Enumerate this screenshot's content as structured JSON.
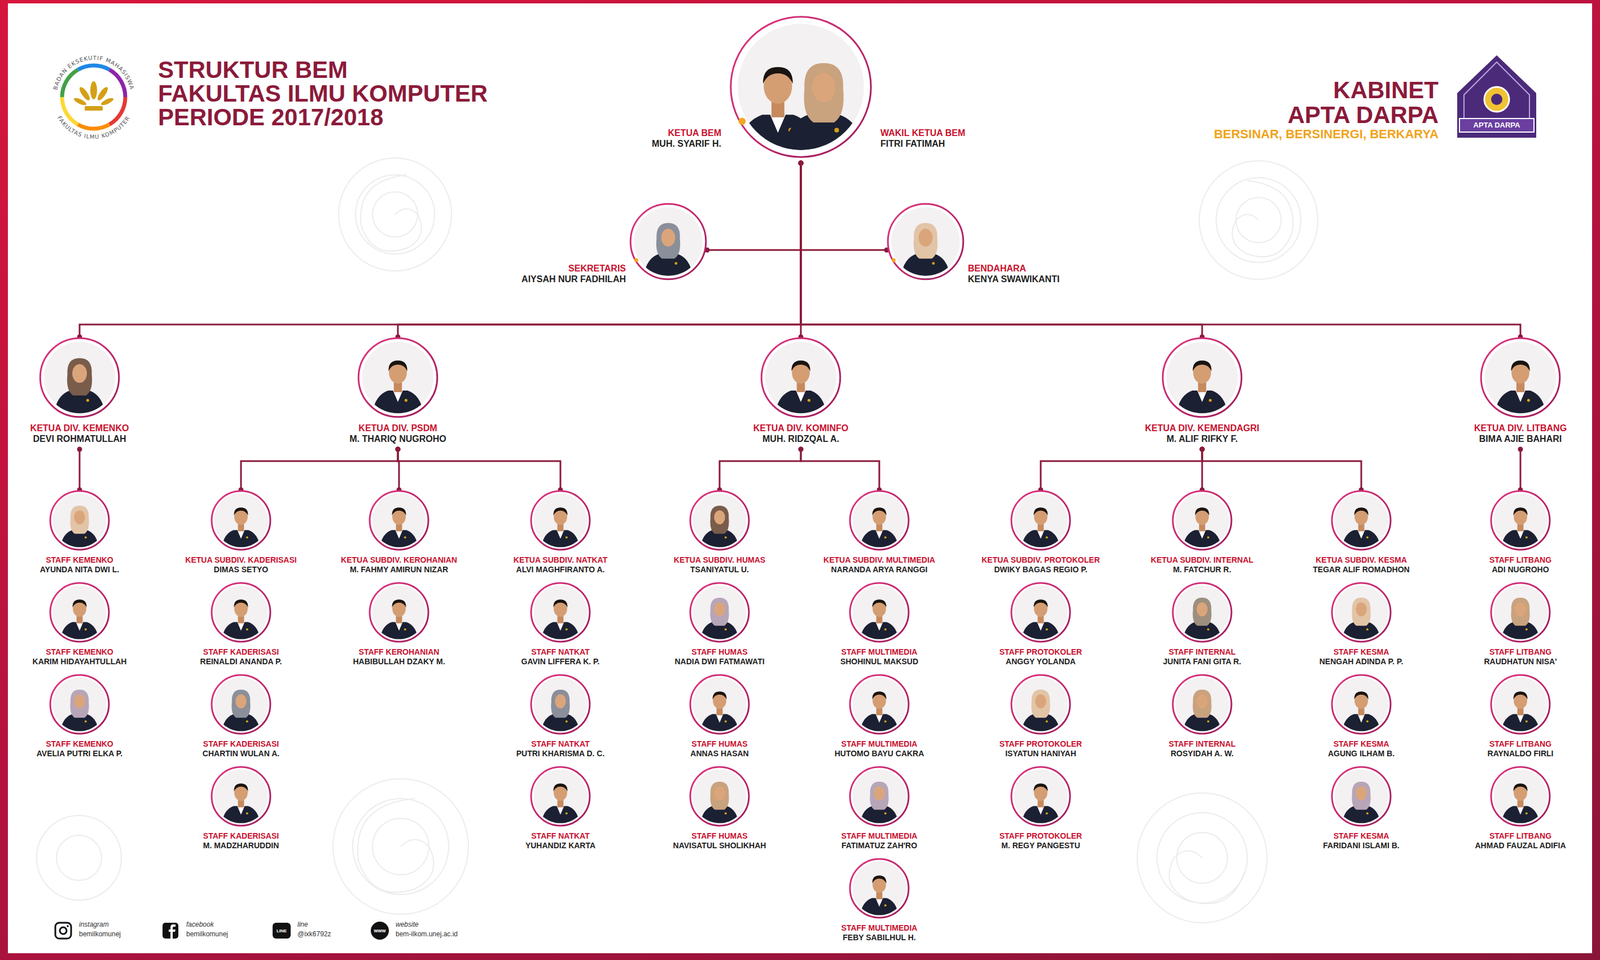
{
  "diagram": {
    "title": "STRUKTUR BEM FAKULTAS ILMU KOMPUTER PERIODE 2017/2018",
    "nodes": [
      {
        "text": [
          "KETUA BEM",
          "MUH. SYARIF H.",
          "WAKIL KETUA BEM",
          "FITRI FATIMAH"
        ]
      },
      {
        "text": [
          "SEKRETARIS",
          "AIYSAH NUR FADHILAH"
        ]
      },
      {
        "text": [
          "BENDAHARA",
          "KENYA SWAWIKANTI"
        ]
      },
      {
        "text": [
          "KETUA DIV. KEMENKO",
          "DEVI ROHMATULLAH"
        ]
      },
      {
        "text": [
          "KETUA DIV. PSDM",
          "M. THARIQ NUGROHO"
        ]
      },
      {
        "text": [
          "KETUA DIV. KOMINFO",
          "MUH. RIDZQAL A."
        ]
      },
      {
        "text": [
          "KETUA DIV. KEMENDAGRI",
          "M. ALIF RIFKY F."
        ]
      },
      {
        "text": [
          "KETUA DIV. LITBANG",
          "BIMA AJIE BAHARI"
        ]
      },
      {
        "text": [
          "STAFF KEMENKO",
          "AYUNDA NITA DWI L."
        ]
      },
      {
        "text": [
          "STAFF KEMENKO",
          "KARIM HIDAYAHTULLAH"
        ]
      },
      {
        "text": [
          "STAFF KEMENKO",
          "AVELIA PUTRI ELKA P."
        ]
      },
      {
        "text": [
          "KETUA SUBDIV. KADERISASI",
          "DIMAS SETYO"
        ]
      },
      {
        "text": [
          "STAFF KADERISASI",
          "REINALDI ANANDA P."
        ]
      },
      {
        "text": [
          "STAFF KADERISASI",
          "CHARTIN WULAN A."
        ]
      },
      {
        "text": [
          "STAFF KADERISASI",
          "M. MADZHARUDDIN"
        ]
      },
      {
        "text": [
          "KETUA SUBDIV. KEROHANIAN",
          "M. FAHMY AMIRUN NIZAR"
        ]
      },
      {
        "text": [
          "STAFF KEROHANIAN",
          "HABIBULLAH DZAKY M."
        ]
      },
      {
        "text": [
          "KETUA SUBDIV. NATKAT",
          "ALVI MAGHFIRANTO A."
        ]
      },
      {
        "text": [
          "STAFF NATKAT",
          "GAVIN LIFFERA K. P."
        ]
      },
      {
        "text": [
          "STAFF NATKAT",
          "PUTRI KHARISMA D. C."
        ]
      },
      {
        "text": [
          "STAFF NATKAT",
          "YUHANDIZ KARTA"
        ]
      },
      {
        "text": [
          "KETUA SUBDIV. HUMAS",
          "TSANIYATUL U."
        ]
      },
      {
        "text": [
          "STAFF HUMAS",
          "NADIA DWI FATMAWATI"
        ]
      },
      {
        "text": [
          "STAFF HUMAS",
          "ANNAS HASAN"
        ]
      },
      {
        "text": [
          "STAFF HUMAS",
          "NAVISATUL SHOLIKHAH"
        ]
      },
      {
        "text": [
          "KETUA SUBDIV. MULTIMEDIA",
          "NARANDA ARYA RANGGI"
        ]
      },
      {
        "text": [
          "STAFF MULTIMEDIA",
          "SHOHINUL MAKSUD"
        ]
      },
      {
        "text": [
          "STAFF MULTIMEDIA",
          "HUTOMO BAYU CAKRA"
        ]
      },
      {
        "text": [
          "STAFF MULTIMEDIA",
          "FATIMATUZ ZAH'RO"
        ]
      },
      {
        "text": [
          "STAFF MULTIMEDIA",
          "FEBY SABILHUL H."
        ]
      },
      {
        "text": [
          "KETUA SUBDIV. PROTOKOLER",
          "DWIKY BAGAS REGIO P."
        ]
      },
      {
        "text": [
          "STAFF PROTOKOLER",
          "ANGGY YOLANDA"
        ]
      },
      {
        "text": [
          "STAFF PROTOKOLER",
          "ISYATUN HANIYAH"
        ]
      },
      {
        "text": [
          "STAFF PROTOKOLER",
          "M. REGY PANGESTU"
        ]
      },
      {
        "text": [
          "KETUA SUBDIV. INTERNAL",
          "M. FATCHUR R."
        ]
      },
      {
        "text": [
          "STAFF INTERNAL",
          "JUNITA FANI GITA R."
        ]
      },
      {
        "text": [
          "STAFF INTERNAL",
          "ROSYIDAH A. W."
        ]
      },
      {
        "text": [
          "KETUA SUBDIV. KESMA",
          "TEGAR ALIF ROMADHON"
        ]
      },
      {
        "text": [
          "STAFF KESMA",
          "NENGAH ADINDA P. P."
        ]
      },
      {
        "text": [
          "STAFF KESMA",
          "AGUNG ILHAM B."
        ]
      },
      {
        "text": [
          "STAFF KESMA",
          "FARIDANI ISLAMI B."
        ]
      },
      {
        "text": [
          "STAFF LITBANG",
          "ADI NUGROHO"
        ]
      },
      {
        "text": [
          "STAFF LITBANG",
          "RAUDHATUN NISA'"
        ]
      },
      {
        "text": [
          "STAFF LITBANG",
          "RAYNALDO FIRLI"
        ]
      },
      {
        "text": [
          "STAFF LITBANG",
          "AHMAD FAUZAL ADIFIA"
        ]
      }
    ],
    "edges": [
      {
        "from": 0,
        "to": 1,
        "arrow": "none"
      },
      {
        "from": 0,
        "to": 2,
        "arrow": "none"
      },
      {
        "from": 0,
        "to": 3,
        "arrow": "none"
      },
      {
        "from": 0,
        "to": 4,
        "arrow": "none"
      },
      {
        "from": 0,
        "to": 5,
        "arrow": "none"
      },
      {
        "from": 0,
        "to": 6,
        "arrow": "none"
      },
      {
        "from": 0,
        "to": 7,
        "arrow": "none"
      },
      {
        "from": 3,
        "to": 8,
        "arrow": "none"
      },
      {
        "from": 4,
        "to": 11,
        "arrow": "none"
      },
      {
        "from": 4,
        "to": 15,
        "arrow": "none"
      },
      {
        "from": 4,
        "to": 17,
        "arrow": "none"
      },
      {
        "from": 5,
        "to": 21,
        "arrow": "none"
      },
      {
        "from": 5,
        "to": 25,
        "arrow": "none"
      },
      {
        "from": 6,
        "to": 30,
        "arrow": "none"
      },
      {
        "from": 6,
        "to": 34,
        "arrow": "none"
      },
      {
        "from": 6,
        "to": 37,
        "arrow": "none"
      },
      {
        "from": 7,
        "to": 41,
        "arrow": "none"
      }
    ],
    "labels": [
      "BADAN EKSEKUTIF MAHASISWA",
      "FAKULTAS ILMU KOMPUTER",
      "KABINET",
      "APTA DARPA",
      "BERSINAR, BERSINERGI, BERKARYA",
      "APTA DARPA",
      "instagram",
      "bemilkomunej",
      "facebook",
      "bemilkomunej",
      "LINE",
      "line",
      "@ixk6792z",
      "www",
      "website",
      "bem-ilkom.unej.ac.id"
    ]
  }
}
